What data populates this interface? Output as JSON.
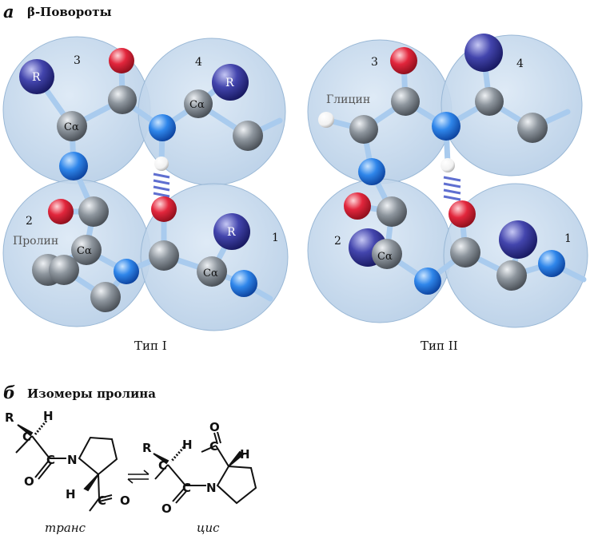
{
  "panel_a": {
    "letter": "а",
    "title": "β-Повороты",
    "type1": {
      "caption": "Тип I",
      "residues": [
        "1",
        "2",
        "3",
        "4"
      ],
      "r_label": "R",
      "ca_label": "Cα",
      "proline_label": "Пролин"
    },
    "type2": {
      "caption": "Тип II",
      "residues": [
        "1",
        "2",
        "3",
        "4"
      ],
      "ca_label": "Cα",
      "glycine_label": "Глицин"
    }
  },
  "panel_b": {
    "letter": "б",
    "title": "Изомеры пролина",
    "trans_label": "транс",
    "cis_label": "цис",
    "atoms": {
      "R": "R",
      "H": "H",
      "C": "C",
      "N": "N",
      "O": "O"
    },
    "equilibrium": "⇌"
  },
  "colors": {
    "sphere": "#c5d9ec",
    "sphere_edge": "#9ab8d6",
    "bond": "#a7c8e8",
    "carbon": "#7f8790",
    "nitrogen": "#2f7fe0",
    "oxygen": "#e1243a",
    "r_group": "#3d3fa7",
    "hydrogen": "#ffffff",
    "hbond": "#5f6fd0"
  }
}
